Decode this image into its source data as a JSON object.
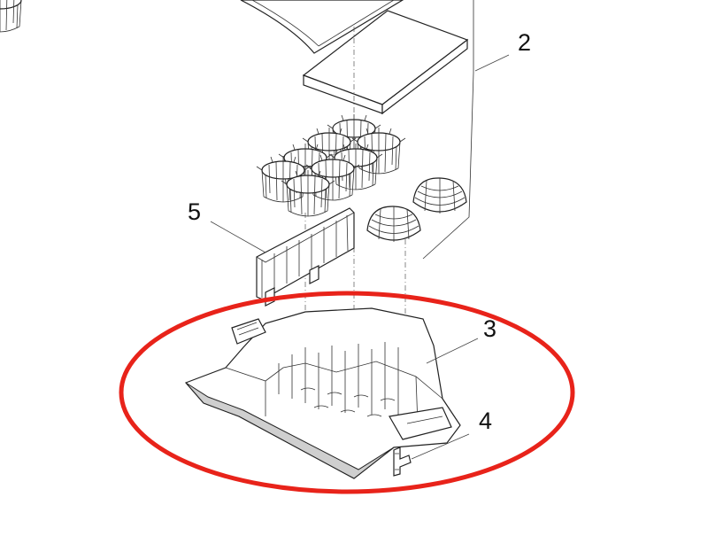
{
  "callouts": {
    "part2": "2",
    "part3": "3",
    "part4": "4",
    "part5": "5"
  },
  "highlight": {
    "color": "#e8231a"
  }
}
